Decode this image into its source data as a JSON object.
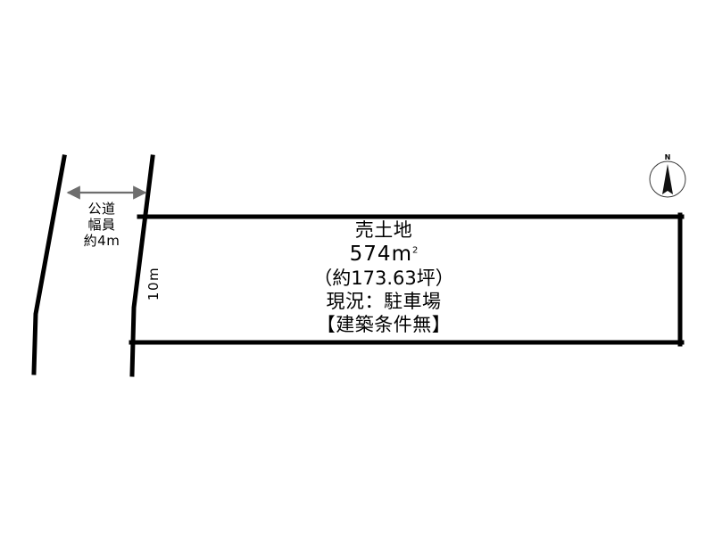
{
  "diagram": {
    "type": "land-plot-survey-diagram",
    "background_color": "#ffffff",
    "line_color": "#000000",
    "arrow_color": "#6e6e6e"
  },
  "parcel": {
    "title": "売土地",
    "area_metric": "574㎡",
    "area_metric_number": "574",
    "area_metric_unit": "m",
    "area_metric_exponent": "2",
    "area_tsubo": "（約173.63坪）",
    "current_use": "現況：駐車場",
    "building_condition": "【建築条件無】",
    "depth_dimension": "10m"
  },
  "road": {
    "label_line1": "公道",
    "label_line2": "幅員",
    "label_line3": "約4m"
  },
  "compass": {
    "north_label": "N"
  }
}
